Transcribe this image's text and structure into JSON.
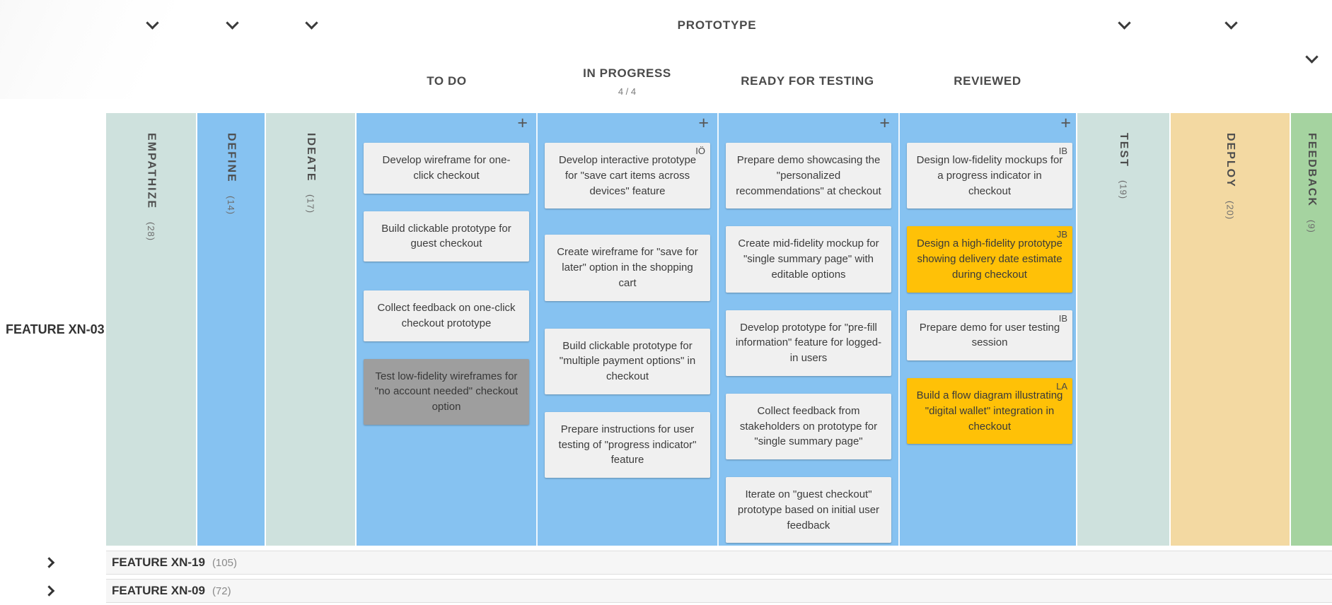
{
  "colors": {
    "board_blue": "#86C2F1",
    "phase_teal": "#CEE1DD",
    "phase_tan": "#F3D9A2",
    "phase_green": "#A5D3A0",
    "card_default": "#F0F0F0",
    "card_muted": "#9E9E9E",
    "card_highlight": "#FFC107",
    "header_text": "#4A4A4A"
  },
  "header": {
    "phase_title": "PROTOTYPE"
  },
  "phases_left": [
    {
      "label": "EMPATHIZE",
      "count": "(28)"
    },
    {
      "label": "DEFINE",
      "count": "(14)"
    },
    {
      "label": "IDEATE",
      "count": "(17)"
    }
  ],
  "phases_right": [
    {
      "label": "TEST",
      "count": "(19)"
    },
    {
      "label": "DEPLOY",
      "count": "(20)"
    },
    {
      "label": "FEEDBACK",
      "count": "(9)"
    }
  ],
  "feature": {
    "label": "FEATURE XN-03"
  },
  "columns": [
    {
      "label": "TO DO",
      "add_label": "+",
      "cards": [
        {
          "text": "Develop wireframe for one-click checkout",
          "assignee": "",
          "variant": "default"
        },
        {
          "text": "Build clickable prototype for guest checkout",
          "assignee": "",
          "variant": "default"
        },
        {
          "text": "Collect feedback on one-click checkout prototype",
          "assignee": "",
          "variant": "default"
        },
        {
          "text": "Test low-fidelity wireframes for \"no account needed\" checkout option",
          "assignee": "",
          "variant": "muted"
        }
      ]
    },
    {
      "label": "IN PROGRESS",
      "wip": "4 / 4",
      "add_label": "+",
      "cards": [
        {
          "text": "Develop interactive prototype for \"save cart items across devices\" feature",
          "assignee": "IÖ",
          "variant": "default"
        },
        {
          "text": "Create wireframe for \"save for later\" option in the shopping cart",
          "assignee": "",
          "variant": "default"
        },
        {
          "text": "Build clickable prototype for \"multiple payment options\" in checkout",
          "assignee": "",
          "variant": "default"
        },
        {
          "text": "Prepare instructions for user testing of \"progress indicator\" feature",
          "assignee": "",
          "variant": "default"
        }
      ]
    },
    {
      "label": "READY FOR TESTING",
      "add_label": "+",
      "cards": [
        {
          "text": "Prepare demo showcasing the \"personalized recommendations\" at checkout",
          "assignee": "",
          "variant": "default"
        },
        {
          "text": "Create mid-fidelity mockup for \"single summary page\" with editable options",
          "assignee": "",
          "variant": "default"
        },
        {
          "text": "Develop prototype for \"pre-fill information\" feature for logged-in users",
          "assignee": "",
          "variant": "default"
        },
        {
          "text": "Collect feedback from stakeholders on prototype for \"single summary page\"",
          "assignee": "",
          "variant": "default"
        },
        {
          "text": "Iterate on \"guest checkout\" prototype based on initial user feedback",
          "assignee": "",
          "variant": "default"
        }
      ]
    },
    {
      "label": "REVIEWED",
      "add_label": "+",
      "cards": [
        {
          "text": "Design low-fidelity mockups for a progress indicator in checkout",
          "assignee": "IB",
          "variant": "default"
        },
        {
          "text": "Design a high-fidelity prototype showing delivery date estimate during checkout",
          "assignee": "JB",
          "variant": "highlight"
        },
        {
          "text": "Prepare demo for user testing session",
          "assignee": "IB",
          "variant": "default"
        },
        {
          "text": "Build a flow diagram illustrating \"digital wallet\" integration in checkout",
          "assignee": "LA",
          "variant": "highlight"
        }
      ]
    }
  ],
  "collapsed_features": [
    {
      "label": "FEATURE XN-19",
      "count": "(105)"
    },
    {
      "label": "FEATURE XN-09",
      "count": "(72)"
    }
  ]
}
